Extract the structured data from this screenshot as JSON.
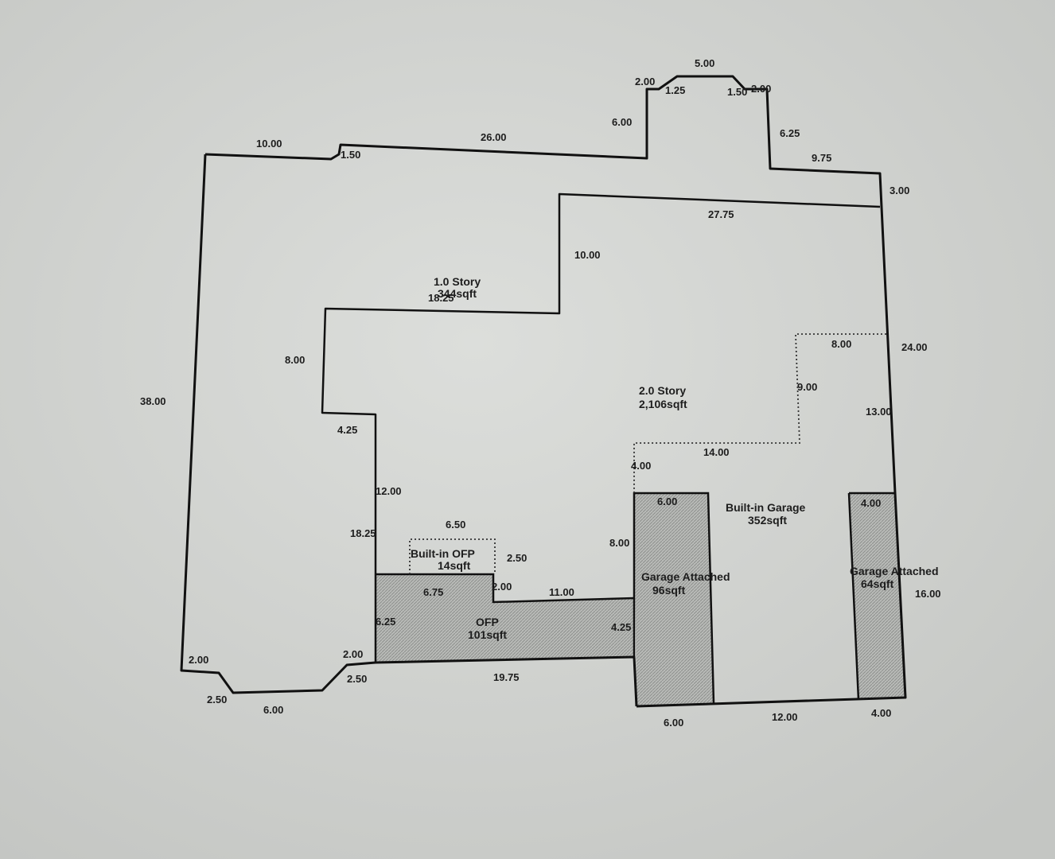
{
  "areas": {
    "one_story_label": "1.0 Story",
    "one_story_sqft": "344sqft",
    "two_story_label": "2.0 Story",
    "two_story_sqft": "2,106sqft",
    "builtin_garage_label": "Built-in Garage",
    "builtin_garage_sqft": "352sqft",
    "garage_attached_left_label": "Garage Attached",
    "garage_attached_left_sqft": "96sqft",
    "garage_attached_right_label": "Garage Attached",
    "garage_attached_right_sqft": "64sqft",
    "builtin_ofp_label": "Built-in OFP",
    "builtin_ofp_sqft": "14sqft",
    "ofp_label": "OFP",
    "ofp_sqft": "101sqft"
  },
  "dimensions": {
    "top_left_10": "10.00",
    "top_step_150": "1.50",
    "top_26": "26.00",
    "bay_6_left": "6.00",
    "bay_2_left": "2.00",
    "bay_125": "1.25",
    "bay_5": "5.00",
    "bay_150": "1.50",
    "bay_2_right": "2.00",
    "bay_625": "6.25",
    "right_975": "9.75",
    "right_3": "3.00",
    "inner_2775": "27.75",
    "inner_10": "10.00",
    "inner_1825_top": "18.25",
    "right_24": "24.00",
    "left_38": "38.00",
    "left_inner_8": "8.00",
    "step_425": "4.25",
    "inner_12": "12.00",
    "inner_1825_left": "18.25",
    "dotted_8": "8.00",
    "dotted_9": "9.00",
    "right_13": "13.00",
    "dotted_14": "14.00",
    "dotted_4": "4.00",
    "ofp_650": "6.50",
    "ofp_250": "2.50",
    "ofp_675": "6.75",
    "ofp_2": "2.00",
    "ofp_11": "11.00",
    "ofp_625": "6.25",
    "ofp_425": "4.25",
    "garage_8_left": "8.00",
    "garage_6_top": "6.00",
    "garage_4_top": "4.00",
    "right_16": "16.00",
    "bottom_2_left": "2.00",
    "bottom_250_left": "2.50",
    "bottom_6": "6.00",
    "bottom_2_mid": "2.00",
    "bottom_250_mid": "2.50",
    "bottom_1975": "19.75",
    "bottom_6_garage": "6.00",
    "bottom_12": "12.00",
    "bottom_4": "4.00"
  }
}
